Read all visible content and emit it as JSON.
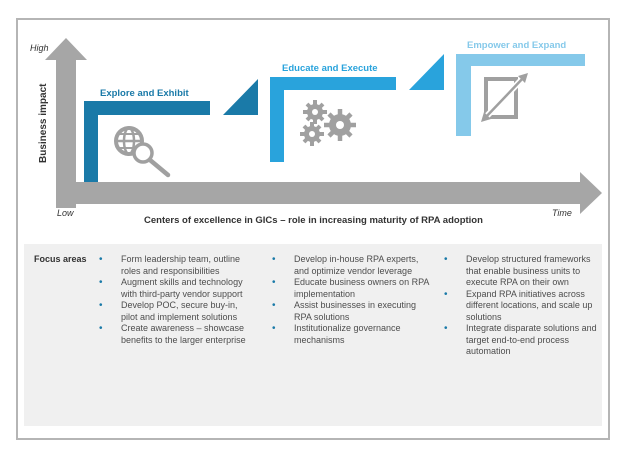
{
  "colors": {
    "axis_gray": "#a6a6a6",
    "stage1": "#1a7aa8",
    "stage2": "#29a3dc",
    "stage3": "#85c9ea",
    "icon_gray": "#a0a0a0",
    "focus_bg": "#f0f0f0"
  },
  "axes": {
    "y_high": "High",
    "y_low": "Low",
    "y_title": "Business impact",
    "x_end": "Time",
    "caption": "Centers of excellence in GICs – role in increasing maturity of RPA adoption"
  },
  "stages": [
    {
      "title": "Explore and Exhibit",
      "icon": "globe-search-icon"
    },
    {
      "title": "Educate and Execute",
      "icon": "gears-icon"
    },
    {
      "title": "Empower and Expand",
      "icon": "expand-icon"
    }
  ],
  "focus": {
    "label": "Focus areas",
    "columns": [
      [
        "Form leadership team, outline roles and responsibilities",
        "Augment skills and technology with third-party vendor support",
        "Develop POC, secure buy-in, pilot and implement solutions",
        "Create awareness – showcase benefits to the larger enterprise"
      ],
      [
        "Develop in-house RPA experts, and optimize vendor leverage",
        "Educate business owners on RPA implementation",
        "Assist businesses in executing RPA solutions",
        "Institutionalize governance mechanisms"
      ],
      [
        "Develop structured frameworks that enable business units to execute RPA on their own",
        "Expand RPA initiatives across different locations, and scale up solutions",
        "Integrate disparate solutions and target end-to-end process automation"
      ]
    ]
  }
}
